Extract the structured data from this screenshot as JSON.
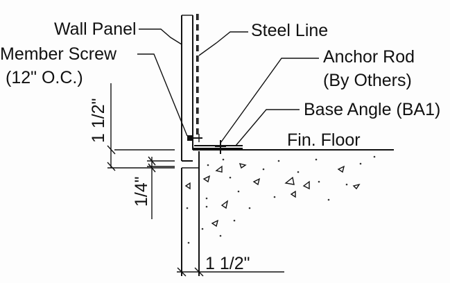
{
  "labels": {
    "wall_panel": "Wall Panel",
    "steel_line": "Steel Line",
    "member_screw": "Member Screw",
    "member_screw_spacing": "(12\" O.C.)",
    "anchor_rod": "Anchor Rod",
    "anchor_rod_note": "(By Others)",
    "base_angle": "Base Angle (BA1)",
    "fin_floor": "Fin. Floor"
  },
  "dimensions": {
    "vertical_top": "1 1/2\"",
    "vertical_gap": "1/4\"",
    "horizontal_bottom": "1 1/2\""
  }
}
